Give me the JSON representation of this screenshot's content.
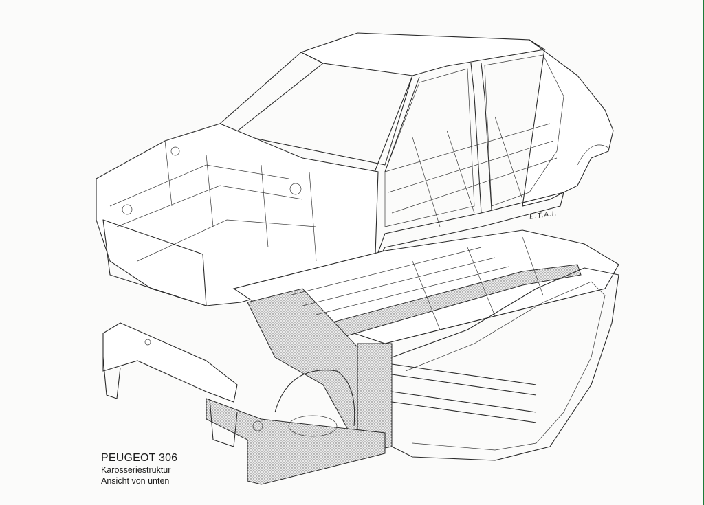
{
  "caption": {
    "title": "PEUGEOT 306",
    "line1": "Karosseriestruktur",
    "line2": "Ansicht von unten"
  },
  "signature": "E.T.A.I.",
  "colors": {
    "ink": "#2a2a2a",
    "paper": "#fbfbfa",
    "edge": "#1f7a3a"
  }
}
